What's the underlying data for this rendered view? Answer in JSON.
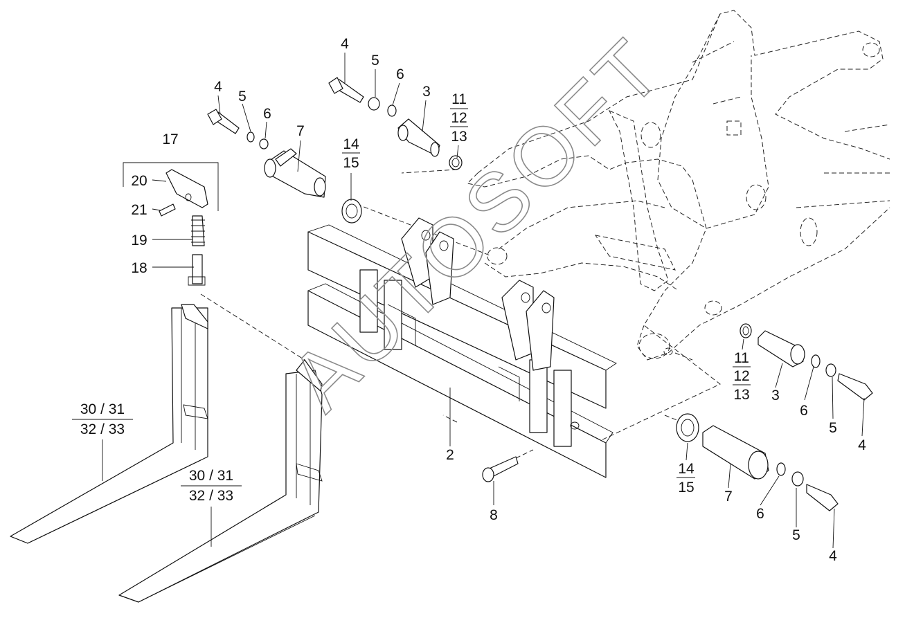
{
  "watermark": "AUTOSOFT",
  "labels": {
    "p4a": "4",
    "p5a": "5",
    "p6a": "6",
    "p3a": "3",
    "p11a": "11",
    "p12a": "12",
    "p13a": "13",
    "p4b": "4",
    "p5b": "5",
    "p6b": "6",
    "p7a": "7",
    "p14a": "14",
    "p15a": "15",
    "p17": "17",
    "p20": "20",
    "p21": "21",
    "p19": "19",
    "p18": "18",
    "fork1_top": "30 / 31",
    "fork1_bot": "32 / 33",
    "fork2_top": "30 / 31",
    "fork2_bot": "32 / 33",
    "p2": "2",
    "p8": "8",
    "p11b": "11",
    "p12b": "12",
    "p13b": "13",
    "p3b": "3",
    "p6c": "6",
    "p5c": "5",
    "p4c": "4",
    "p14b": "14",
    "p15b": "15",
    "p7b": "7",
    "p6d": "6",
    "p5d": "5",
    "p4d": "4"
  }
}
